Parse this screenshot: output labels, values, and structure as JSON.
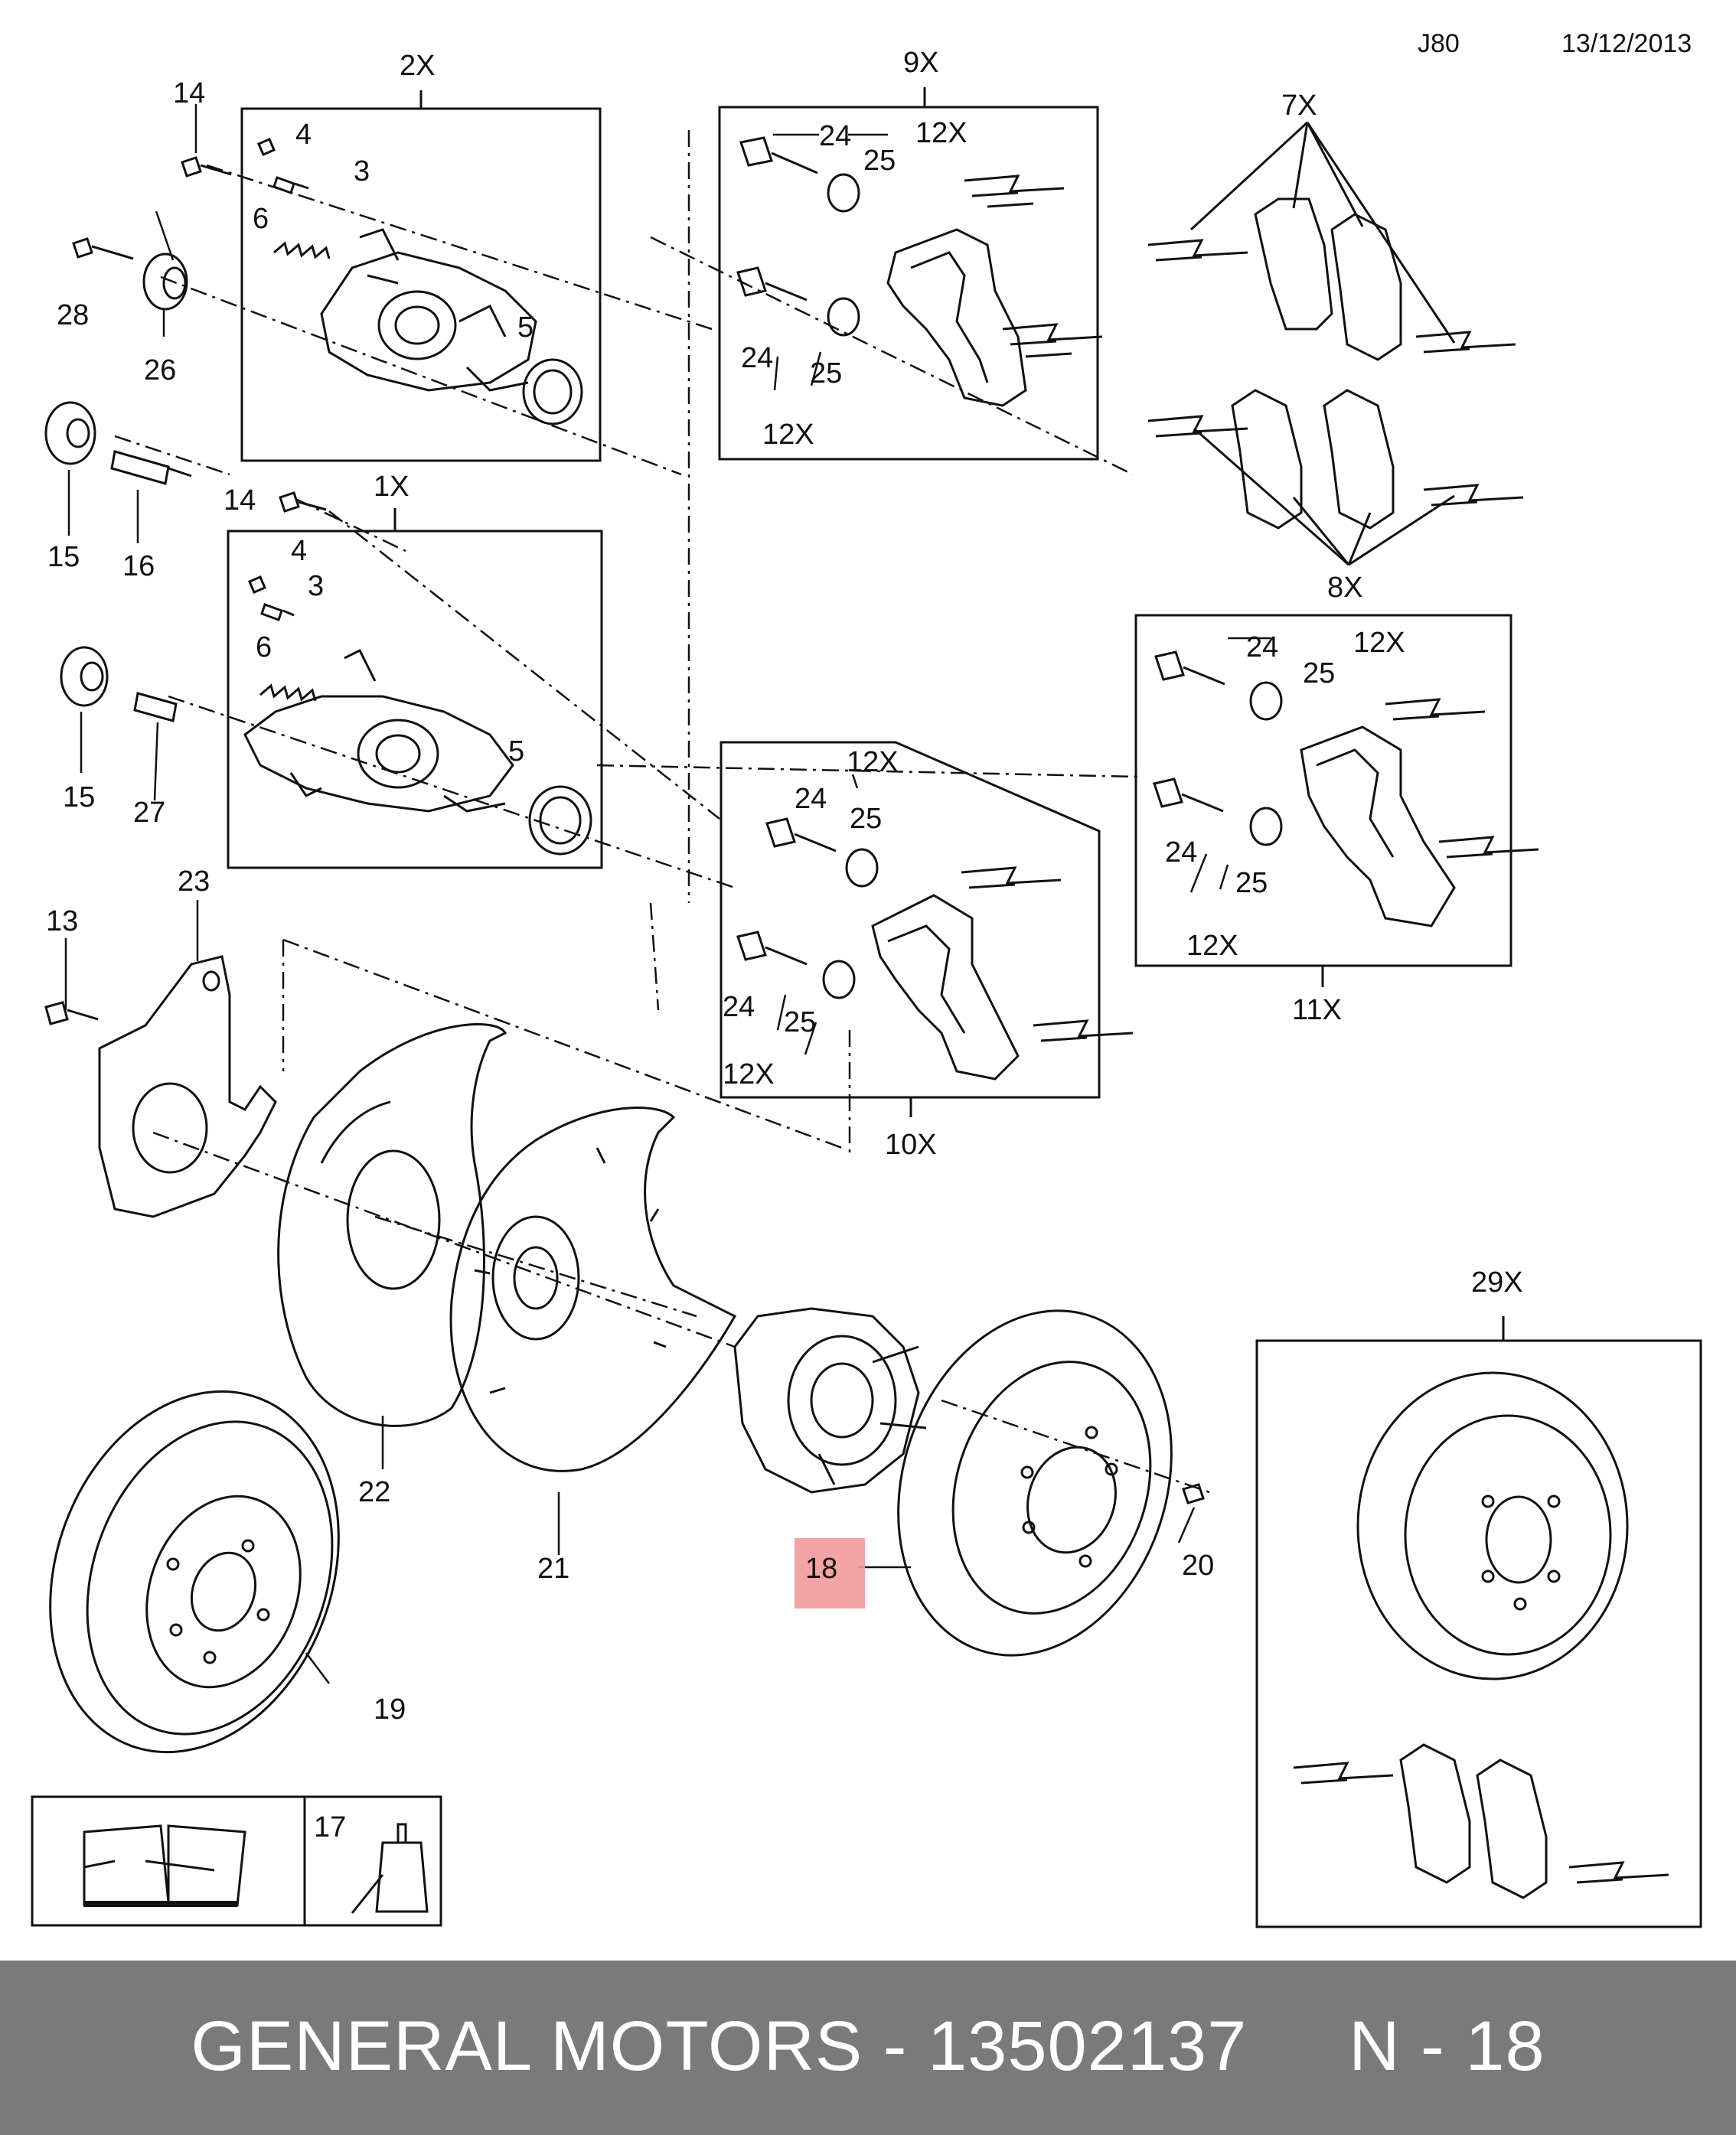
{
  "header": {
    "code": "J80",
    "date": "13/12/2013"
  },
  "callouts": {
    "c2X": "2X",
    "c9X": "9X",
    "c7X": "7X",
    "c1X": "1X",
    "c8X": "8X",
    "c11X": "11X",
    "c10X": "10X",
    "c29X": "29X",
    "c12X": "12X",
    "c3": "3",
    "c4": "4",
    "c5": "5",
    "c6": "6",
    "c13": "13",
    "c14": "14",
    "c15": "15",
    "c16": "16",
    "c17": "17",
    "c18": "18",
    "c19": "19",
    "c20": "20",
    "c21": "21",
    "c22": "22",
    "c23": "23",
    "c24": "24",
    "c25": "25",
    "c26": "26",
    "c27": "27",
    "c28": "28"
  },
  "highlight": {
    "part": "18",
    "color": "#f29a9a"
  },
  "footer": {
    "text": "GENERAL MOTORS - 13502137     N - 18",
    "background": "#7a7a7a"
  }
}
